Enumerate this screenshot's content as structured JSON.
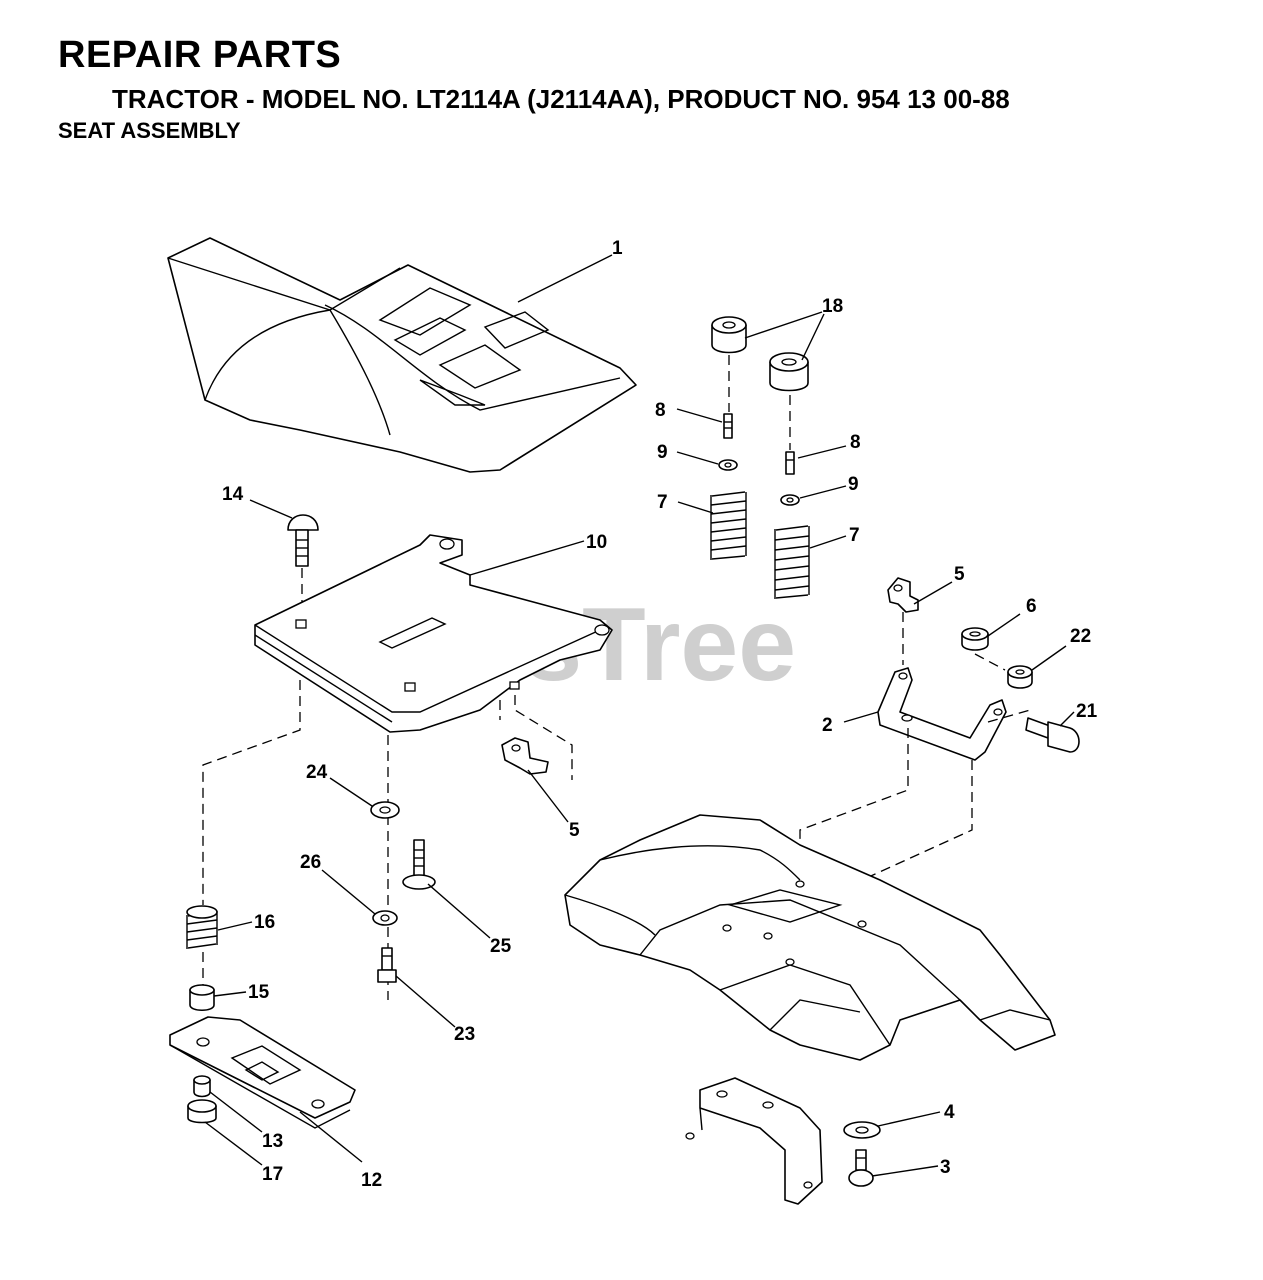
{
  "header": {
    "title": "REPAIR PARTS",
    "subtitle": "TRACTOR - MODEL NO. LT2114A (J2114AA), PRODUCT NO. 954 13 00-88",
    "section": "SEAT ASSEMBLY"
  },
  "watermark": "PartsTree",
  "callouts": {
    "c1": "1",
    "c18": "18",
    "c8a": "8",
    "c8b": "8",
    "c9a": "9",
    "c9b": "9",
    "c7a": "7",
    "c7b": "7",
    "c14": "14",
    "c10": "10",
    "c5a": "5",
    "c5b": "5",
    "c6": "6",
    "c22": "22",
    "c2": "2",
    "c21": "21",
    "c24": "24",
    "c26": "26",
    "c25": "25",
    "c16": "16",
    "c15": "15",
    "c23": "23",
    "c13": "13",
    "c17": "17",
    "c12": "12",
    "c4": "4",
    "c3": "3"
  }
}
